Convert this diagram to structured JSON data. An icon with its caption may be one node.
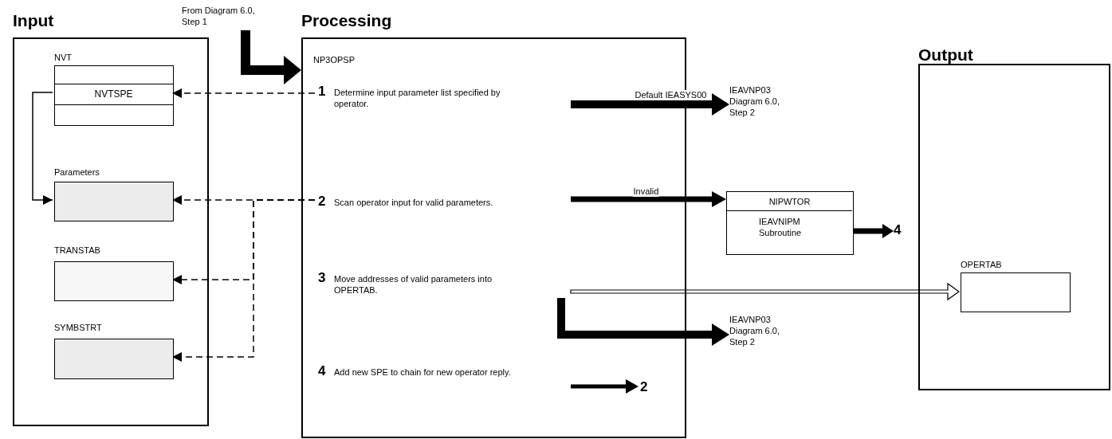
{
  "diagram": {
    "nodes": [
      {
        "text": [
          "Input"
        ]
      },
      {
        "text": [
          "NVT"
        ],
        "in": 0
      },
      {
        "text": [
          "NVTSPE"
        ],
        "in": 1
      },
      {
        "text": [
          "Parameters"
        ],
        "in": 0
      },
      {
        "text": [
          "TRANSTAB"
        ],
        "in": 0
      },
      {
        "text": [
          "SYMBSTRT"
        ],
        "in": 0
      },
      {
        "text": [
          "From Diagram 6.0, Step 1"
        ]
      },
      {
        "text": [
          "Processing",
          "NP3OPSP"
        ]
      },
      {
        "text": [
          "1",
          "Determine input parameter list specified by operator."
        ],
        "in": 7
      },
      {
        "text": [
          "2",
          "Scan operator input for valid parameters."
        ],
        "in": 7
      },
      {
        "text": [
          "3",
          "Move addresses of valid parameters into OPERTAB."
        ],
        "in": 7
      },
      {
        "text": [
          "4",
          "Add new SPE to chain for new operator reply."
        ],
        "in": 7
      },
      {
        "text": [
          "IEAVNP03 Diagram 6.0, Step 2"
        ]
      },
      {
        "text": [
          "NIPWTOR",
          "IEAVNIPM Subroutine"
        ]
      },
      {
        "text": [
          "4"
        ]
      },
      {
        "text": [
          "IEAVNP03 Diagram 6.0, Step 2"
        ]
      },
      {
        "text": [
          "2"
        ],
        "in": 7
      },
      {
        "text": [
          "Output"
        ]
      },
      {
        "text": [
          "OPERTAB"
        ],
        "in": 17
      }
    ],
    "edges": [
      {
        "from": 6,
        "to": 7,
        "arrow": "to",
        "style": "thick"
      },
      {
        "from": 8,
        "to": 2,
        "arrow": "to",
        "style": "dashed"
      },
      {
        "from": 9,
        "to": 3,
        "arrow": "to",
        "style": "dashed"
      },
      {
        "from": 9,
        "to": 4,
        "arrow": "to",
        "style": "dashed"
      },
      {
        "from": 9,
        "to": 5,
        "arrow": "to",
        "style": "dashed"
      },
      {
        "from": 2,
        "to": 3,
        "arrow": "to"
      },
      {
        "from": 8,
        "to": 12,
        "arrow": "to",
        "label": "Default IEASYS00",
        "style": "thick"
      },
      {
        "from": 9,
        "to": 13,
        "arrow": "to",
        "label": "Invalid",
        "style": "thick"
      },
      {
        "from": 13,
        "to": 14,
        "arrow": "to",
        "style": "thick"
      },
      {
        "from": 10,
        "to": 18,
        "arrow": "to"
      },
      {
        "from": 10,
        "to": 15,
        "arrow": "to",
        "style": "thick"
      },
      {
        "from": 11,
        "to": 16,
        "arrow": "to",
        "style": "thick"
      }
    ]
  }
}
